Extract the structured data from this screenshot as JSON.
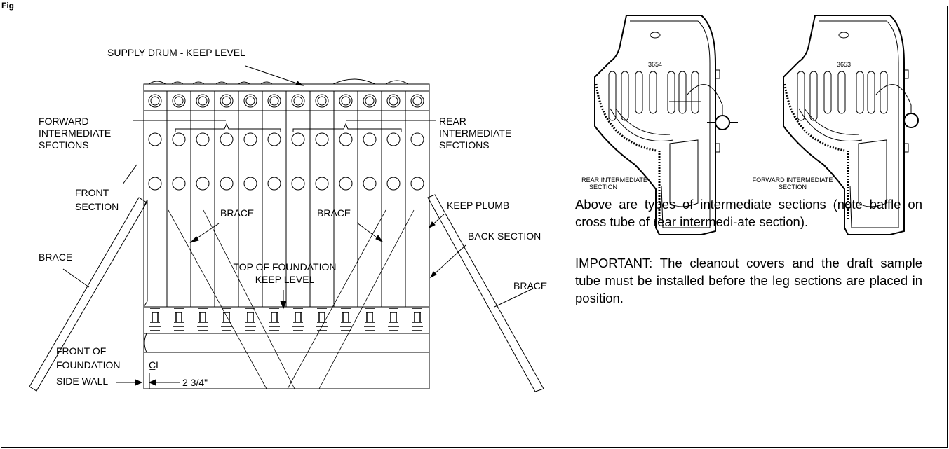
{
  "figure_label": "Fig",
  "labels": {
    "supply_drum": "SUPPLY DRUM - KEEP LEVEL",
    "forward_intermediate": [
      "FORWARD",
      "INTERMEDIATE",
      "SECTIONS"
    ],
    "rear_intermediate": [
      "REAR",
      "INTERMEDIATE",
      "SECTIONS"
    ],
    "front_section": [
      "FRONT",
      "SECTION"
    ],
    "brace": "BRACE",
    "keep_plumb": "KEEP PLUMB",
    "back_section": "BACK SECTION",
    "top_of_foundation": [
      "TOP OF FOUNDATION",
      "KEEP LEVEL"
    ],
    "front_of_foundation": [
      "FRONT OF",
      "FOUNDATION",
      "SIDE WALL"
    ],
    "centerline": "C̲L",
    "dimension": "2 3/4\""
  },
  "sections": {
    "rear": {
      "number": "3654",
      "caption": [
        "REAR INTERMEDIATE",
        "SECTION"
      ]
    },
    "forward": {
      "number": "3653",
      "caption": [
        "FORWARD INTERMEDIATE",
        "SECTION"
      ]
    }
  },
  "text": {
    "para1": "Above are types of intermediate sections (note baffle on cross tube of rear intermedi-ate section).",
    "para2": "IMPORTANT: The cleanout covers and the draft sample tube must be installed before the leg sections are placed in position."
  }
}
